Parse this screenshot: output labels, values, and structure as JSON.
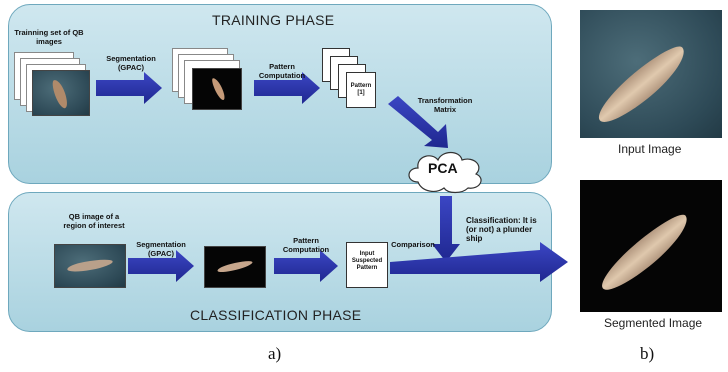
{
  "training": {
    "title": "TRAINING PHASE",
    "training_set_label": "Trainning set of QB images",
    "segmentation_label": "Segmentation (GPAC)",
    "pattern_computation_label": "Pattern Computation",
    "pattern_doc_label": "Pattern [1]",
    "transformation_label": "Transformation Matrix",
    "pca_label": "PCA"
  },
  "classification": {
    "title": "CLASSIFICATION PHASE",
    "qb_image_label": "QB image of a region of interest",
    "segmentation_label": "Segmentation (GPAC)",
    "pattern_computation_label": "Pattern Computation",
    "suspected_pattern_label": "Input Suspected Pattern",
    "comparison_label": "Comparison",
    "result_label": "Classification: It is (or not) a plunder ship"
  },
  "panel_b": {
    "input_caption": "Input Image",
    "segmented_caption": "Segmented Image"
  },
  "subfigure_labels": {
    "a": "a)",
    "b": "b)"
  },
  "colors": {
    "arrow": "#2a34a8",
    "panel": "#b9dce7",
    "panel_border": "#6ea8bd"
  }
}
